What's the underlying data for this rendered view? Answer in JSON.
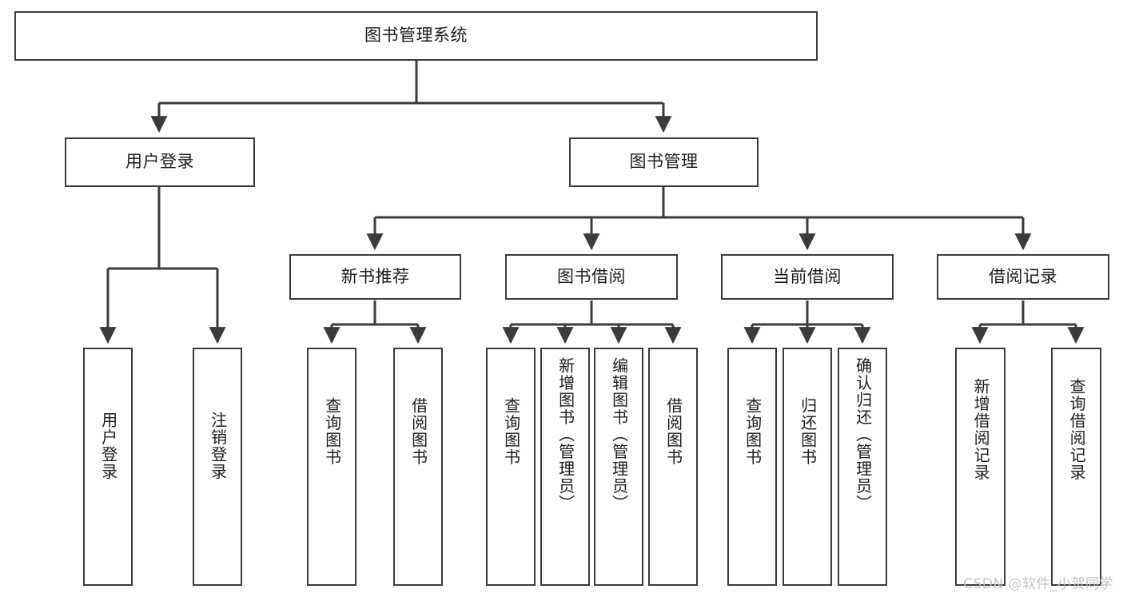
{
  "diagram": {
    "title": "图书管理系统",
    "type": "hierarchy-tree",
    "root": {
      "id": "root",
      "label": "图书管理系统"
    },
    "level2": [
      {
        "id": "user-login",
        "label": "用户登录"
      },
      {
        "id": "book-manage",
        "label": "图书管理"
      }
    ],
    "level3": [
      {
        "id": "new-book-recommend",
        "label": "新书推荐"
      },
      {
        "id": "book-borrow",
        "label": "图书借阅"
      },
      {
        "id": "current-borrow",
        "label": "当前借阅"
      },
      {
        "id": "borrow-record",
        "label": "借阅记录"
      }
    ],
    "leaves": {
      "user_login": [
        {
          "id": "leaf-user-login",
          "label": "用户登录"
        },
        {
          "id": "leaf-logout",
          "label": "注销登录"
        }
      ],
      "new_book_recommend": [
        {
          "id": "leaf-query-book-1",
          "label": "查询图书"
        },
        {
          "id": "leaf-borrow-book-1",
          "label": "借阅图书"
        }
      ],
      "book_borrow": [
        {
          "id": "leaf-query-book-2",
          "label": "查询图书"
        },
        {
          "id": "leaf-add-book",
          "label": "新增图书（管理员）"
        },
        {
          "id": "leaf-edit-book",
          "label": "编辑图书（管理员）"
        },
        {
          "id": "leaf-borrow-book-2",
          "label": "借阅图书"
        }
      ],
      "current_borrow": [
        {
          "id": "leaf-query-book-3",
          "label": "查询图书"
        },
        {
          "id": "leaf-return-book",
          "label": "归还图书"
        },
        {
          "id": "leaf-confirm-return",
          "label": "确认归还（管理员）"
        }
      ],
      "borrow_record": [
        {
          "id": "leaf-add-record",
          "label": "新增借阅记录"
        },
        {
          "id": "leaf-query-record",
          "label": "查询借阅记录"
        }
      ]
    },
    "colors": {
      "border": "#3b3b3b",
      "background": "#ffffff",
      "text": "#1c1c1c",
      "connector": "#3b3b3b",
      "watermark": "#c3c3c3"
    }
  },
  "watermark": {
    "text": "CSDN @软件_小贺同学"
  }
}
